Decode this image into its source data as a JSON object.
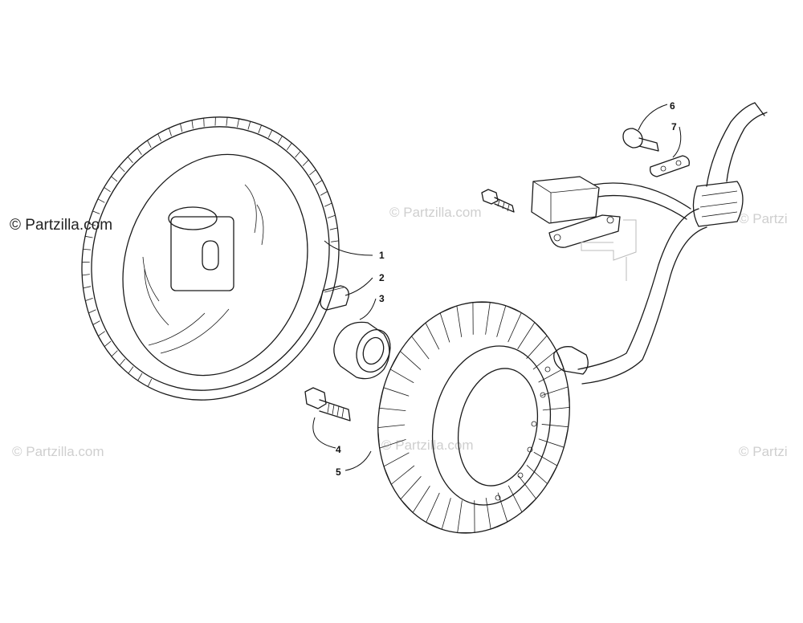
{
  "watermarks": {
    "main": "© Partzilla.com",
    "faint": "© Partzilla.com",
    "faint_right": "© Partzi"
  },
  "callouts": {
    "c1": "1",
    "c2": "2",
    "c3": "3",
    "c4": "4",
    "c5": "5",
    "c6": "6",
    "c7": "7"
  },
  "colors": {
    "line": "#1a1a1a",
    "watermark": "#cfcfcf",
    "background": "#ffffff"
  }
}
